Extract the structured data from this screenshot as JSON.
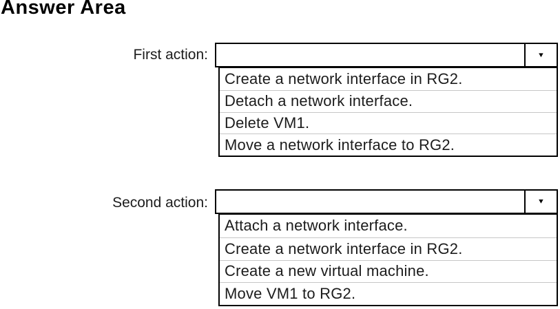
{
  "title": "Answer Area",
  "colors": {
    "box_border": "#000000",
    "row_divider": "#c6c6c6",
    "text": "#1c1c1c",
    "background": "#ffffff"
  },
  "icons": {
    "dropdown_arrow": "▼"
  },
  "questions": [
    {
      "label": "First action:",
      "dropdown_value": "",
      "options": [
        "Create a network interface in RG2.",
        "Detach a network interface.",
        "Delete VM1.",
        "Move a network interface to RG2."
      ]
    },
    {
      "label": "Second action:",
      "dropdown_value": "",
      "options": [
        "Attach a network interface.",
        "Create a network interface in RG2.",
        "Create a new virtual machine.",
        "Move VM1 to RG2."
      ]
    }
  ]
}
